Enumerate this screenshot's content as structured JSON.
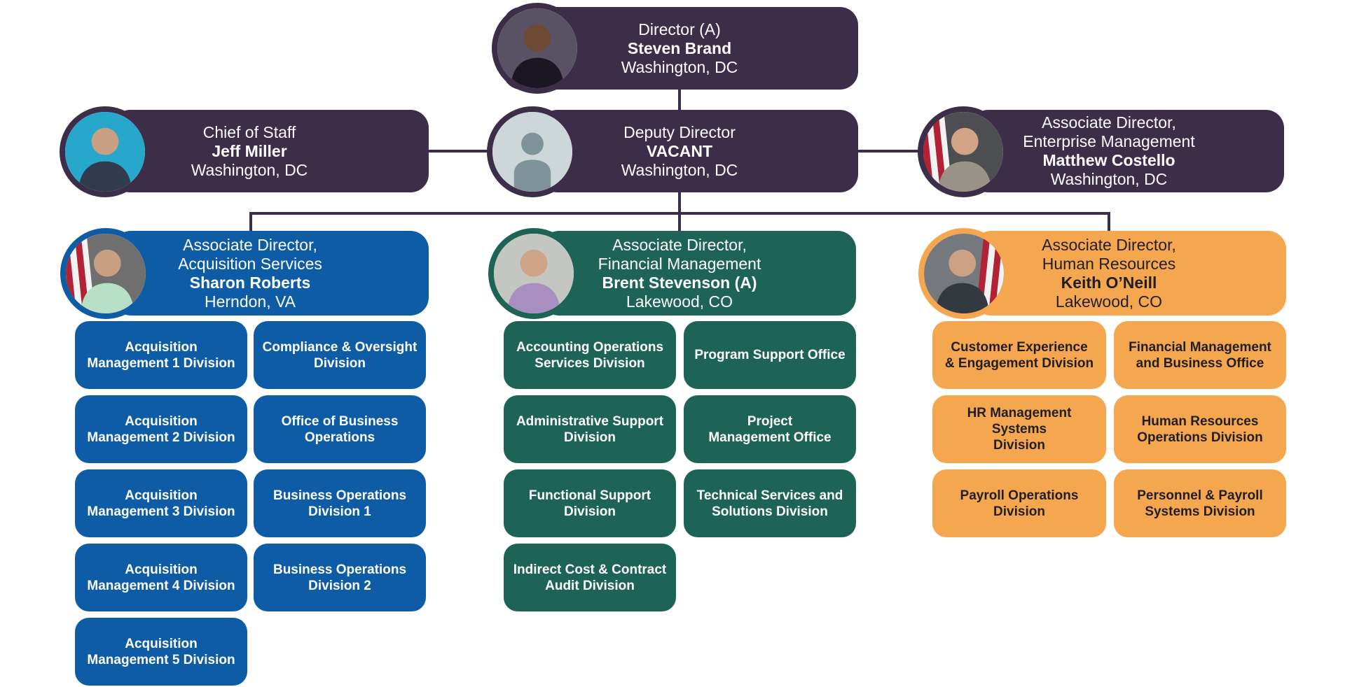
{
  "palette": {
    "purple": "#3C2D49",
    "blue": "#0E5CA6",
    "green": "#1E6456",
    "orange": "#F4A74E",
    "connector": "#3C2D49",
    "text_light": "#FFFFFF",
    "text_dark": "#221E20",
    "vacant_circle_bg": "#CDD6D9",
    "vacant_icon": "#7E949A",
    "flag_red": "#B22234",
    "flag_white": "#F2F2F2"
  },
  "top": {
    "director": {
      "title": "Director (A)",
      "name": "Steven Brand",
      "location": "Washington, DC",
      "avatar": {
        "bg": "#585264",
        "suit": "#1A1722",
        "skin": "#6E4A33"
      }
    },
    "chief": {
      "title": "Chief of Staff",
      "name": "Jeff Miller",
      "location": "Washington, DC",
      "avatar": {
        "bg": "#28A7CD",
        "suit": "#313B4D",
        "skin": "#C8A184"
      }
    },
    "deputy": {
      "title": "Deputy Director",
      "name": "VACANT",
      "location": "Washington, DC"
    },
    "enterprise": {
      "title": "Associate Director,\nEnterprise Management",
      "name": "Matthew Costello",
      "location": "Washington, DC",
      "avatar": {
        "bg": "#4C4E51",
        "suit": "#9A9488",
        "skin": "#D2A384"
      }
    }
  },
  "sections": [
    {
      "key": "acquisition-services",
      "head": {
        "title": "Associate Director,\nAcquisition Services",
        "name": "Sharon Roberts",
        "location": "Herndon, VA",
        "avatar": {
          "bg": "#6F6F6F",
          "suit": "#B7E0C6",
          "skin": "#C99F82"
        }
      },
      "columns": [
        [
          "Acquisition\nManagement 1 Division",
          "Acquisition\nManagement 2 Division",
          "Acquisition\nManagement 3 Division",
          "Acquisition\nManagement 4 Division",
          "Acquisition\nManagement 5 Division"
        ],
        [
          "Compliance & Oversight\nDivision",
          "Office of Business\nOperations",
          "Business Operations\nDivision 1",
          "Business Operations\nDivision 2"
        ]
      ]
    },
    {
      "key": "financial-management",
      "head": {
        "title": "Associate Director,\nFinancial Management",
        "name": "Brent Stevenson (A)",
        "location": "Lakewood, CO",
        "avatar": {
          "bg": "#C3C6C1",
          "suit": "#A98FC0",
          "skin": "#CFA486"
        }
      },
      "columns": [
        [
          "Accounting Operations\nServices Division",
          "Administrative Support\nDivision",
          "Functional Support\nDivision",
          "Indirect Cost & Contract\nAudit Division"
        ],
        [
          "Program Support Office",
          "Project\nManagement Office",
          "Technical Services and\nSolutions Division"
        ]
      ]
    },
    {
      "key": "human-resources",
      "head": {
        "title": "Associate Director,\nHuman Resources",
        "name": "Keith O’Neill",
        "location": "Lakewood, CO",
        "avatar": {
          "bg": "#75797D",
          "suit": "#34383F",
          "skin": "#CDA184"
        }
      },
      "columns": [
        [
          "Customer Experience\n& Engagement Division",
          "HR Management Systems\nDivision",
          "Payroll Operations\nDivision"
        ],
        [
          "Financial Management\nand Business Office",
          "Human Resources\nOperations Division",
          "Personnel & Payroll\nSystems Division"
        ]
      ]
    }
  ]
}
